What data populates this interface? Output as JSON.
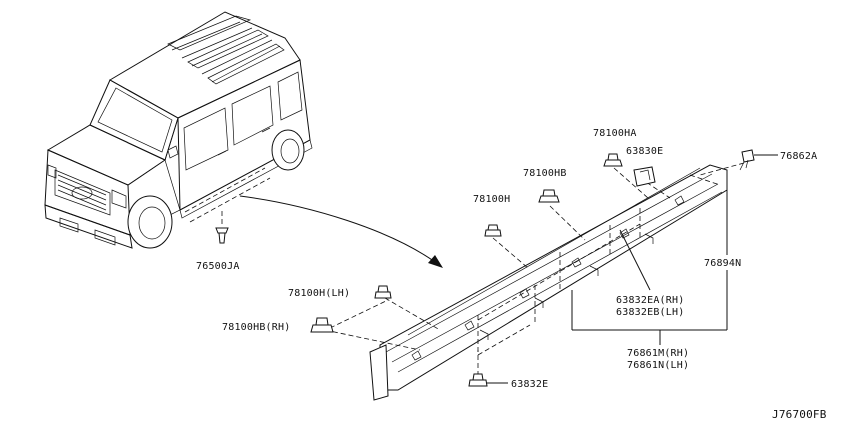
{
  "diagram": {
    "code": "J76700FB",
    "labels": {
      "clip_76500JA": "76500JA",
      "clip_78100HA": "78100HA",
      "clip_63830E": "63830E",
      "bolt_76862A": "76862A",
      "clip_78100HB_top": "78100HB",
      "clip_78100H_top": "78100H",
      "sill_76894N": "76894N",
      "clip_78100H_LH": "78100H(LH)",
      "clip_78100HB_RH": "78100HB(RH)",
      "clip_63832EA_RH": "63832EA(RH)",
      "clip_63832EB_LH": "63832EB(LH)",
      "moulding_76861M_RH": "76861M(RH)",
      "moulding_76861N_LH": "76861N(LH)",
      "clip_63832E": "63832E"
    }
  }
}
